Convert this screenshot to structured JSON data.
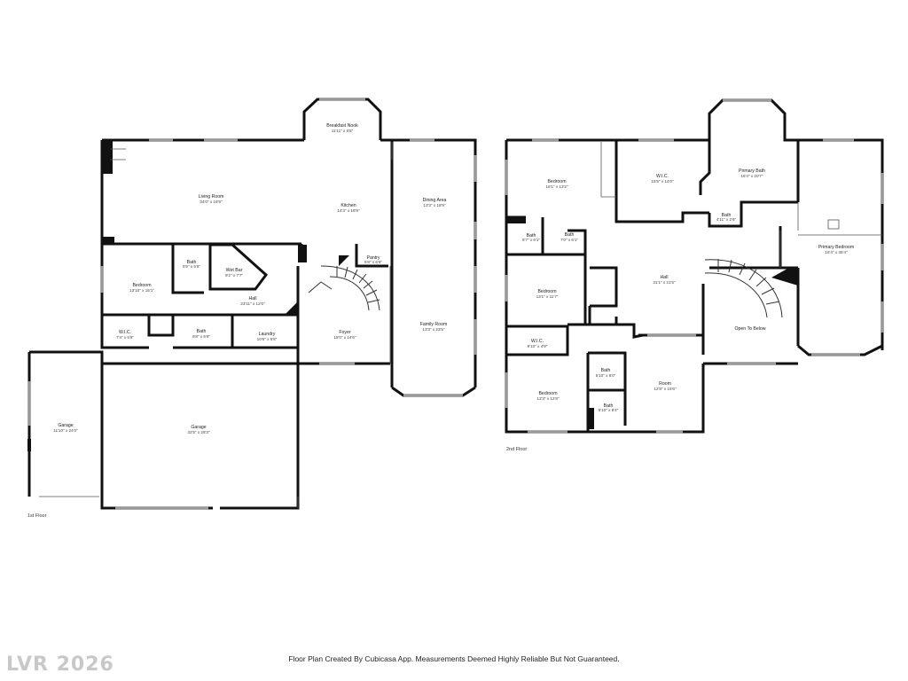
{
  "floor1": {
    "label": "1st Floor",
    "rooms": {
      "breakfast": {
        "name": "Breakfast Nook",
        "dim": "11'11\" x 6'8\""
      },
      "living": {
        "name": "Living Room",
        "dim": "34'0\" x 16'9\""
      },
      "kitchen": {
        "name": "Kitchen",
        "dim": "14'3\" x 18'9\""
      },
      "dining": {
        "name": "Dining Area",
        "dim": "13'3\" x 18'9\""
      },
      "bath_small": {
        "name": "Bath",
        "dim": "5'5\" x 5'8\""
      },
      "wetbar": {
        "name": "Wet Bar",
        "dim": "9'2\" x 7'7\""
      },
      "pantry": {
        "name": "Pantry",
        "dim": "5'8\" x 6'6\""
      },
      "bedroom": {
        "name": "Bedroom",
        "dim": "13'10\" x 15'1\""
      },
      "hall": {
        "name": "Hall",
        "dim": "23'11\" x 12'0\""
      },
      "wic": {
        "name": "W.I.C.",
        "dim": "7'4\" x 5'8\""
      },
      "bath": {
        "name": "Bath",
        "dim": "9'8\" x 5'8\""
      },
      "laundry": {
        "name": "Laundry",
        "dim": "10'6\" x 5'8\""
      },
      "foyer": {
        "name": "Foyer",
        "dim": "15'0\" x 14'6\""
      },
      "family": {
        "name": "Family Room",
        "dim": "13'3\" x 23'5\""
      },
      "garage_a": {
        "name": "Garage",
        "dim": "11'10\" x 24'0\""
      },
      "garage_b": {
        "name": "Garage",
        "dim": "32'5\" x 28'3\""
      }
    }
  },
  "floor2": {
    "label": "2nd Floor",
    "rooms": {
      "bedroom_nw": {
        "name": "Bedroom",
        "dim": "18'1\" x 13'2\""
      },
      "wic": {
        "name": "W.I.C.",
        "dim": "15'5\" x 14'0\""
      },
      "pbath": {
        "name": "Primary Bath",
        "dim": "16'4\" x 20'7\""
      },
      "bath_tiny": {
        "name": "Bath",
        "dim": "4'11\" x 2'6\""
      },
      "primary": {
        "name": "Primary Bedroom",
        "dim": "16'4\" x 35'4\""
      },
      "bath_a": {
        "name": "Bath",
        "dim": "6'7\" x 6'1\""
      },
      "bath_b": {
        "name": "Bath",
        "dim": "7'0\" x 6'1\""
      },
      "hall": {
        "name": "Hall",
        "dim": "31'1\" x 21'5\""
      },
      "bedroom_w": {
        "name": "Bedroom",
        "dim": "13'1\" x 11'7\""
      },
      "open": {
        "name": "Open To Below",
        "dim": ""
      },
      "wic2": {
        "name": "W.I.C.",
        "dim": "9'10\" x 4'9\""
      },
      "bath_c": {
        "name": "Bath",
        "dim": "5'10\" x 6'0\""
      },
      "room": {
        "name": "Room",
        "dim": "12'8\" x 15'6\""
      },
      "bedroom_sw": {
        "name": "Bedroom",
        "dim": "13'3\" x 12'8\""
      },
      "bath_d": {
        "name": "Bath",
        "dim": "5'10\" x 6'4\""
      }
    }
  },
  "footer": "Floor Plan Created By Cubicasa App. Measurements Deemed Highly Reliable But Not Guaranteed.",
  "watermark": "LVR 2026",
  "colors": {
    "wall": "#111111",
    "window": "#8a8a8a"
  }
}
